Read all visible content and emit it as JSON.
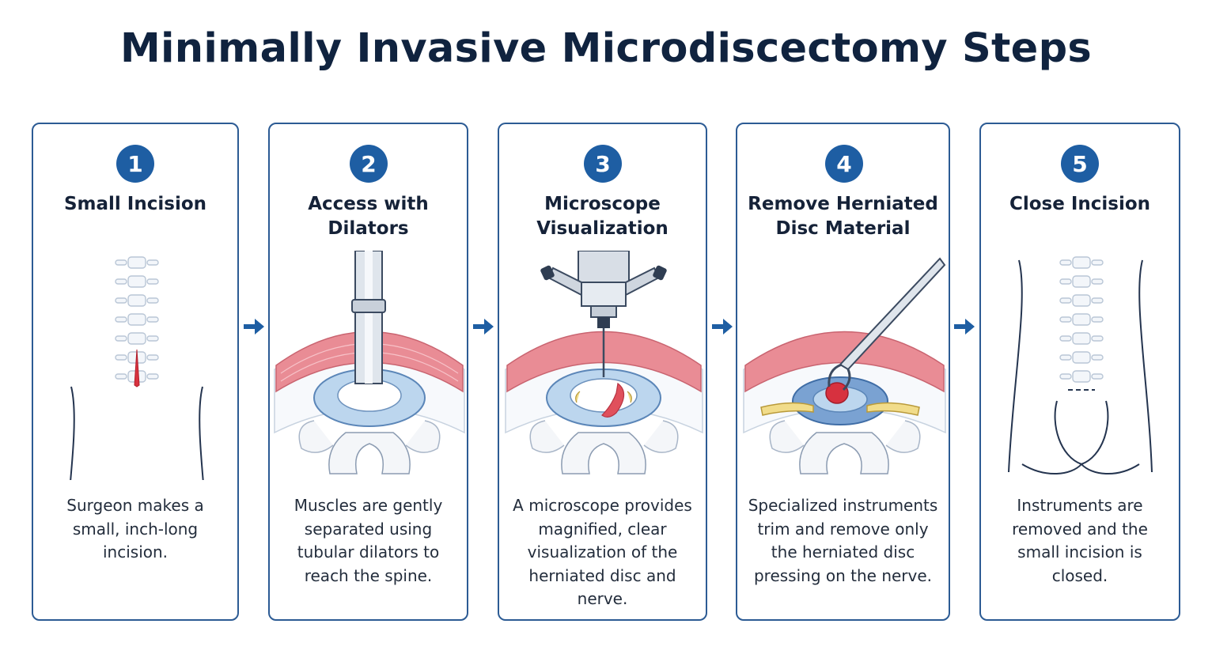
{
  "title": "Minimally Invasive Microdiscectomy Steps",
  "colors": {
    "accent": "#1e5ea3",
    "border": "#2c5b94",
    "muscle": "#e98c95",
    "disc": "#bcd6ee",
    "nerve": "#f1dc8a",
    "herniation": "#e0505c"
  },
  "steps": [
    {
      "number": "1",
      "title": "Small Incision",
      "description": "Surgeon makes a small, inch-long incision.",
      "icon": "back-incision-icon"
    },
    {
      "number": "2",
      "title": "Access with\nDilators",
      "description": "Muscles are gently separated using tubular dilators to reach the spine.",
      "icon": "tubular-dilator-icon"
    },
    {
      "number": "3",
      "title": "Microscope\nVisualization",
      "description": "A microscope provides magnified, clear visualization of the herniated disc and nerve.",
      "icon": "microscope-icon"
    },
    {
      "number": "4",
      "title": "Remove Herniated\nDisc Material",
      "description": "Specialized instruments trim and remove only the herniated disc pressing on the nerve.",
      "icon": "surgical-instrument-icon"
    },
    {
      "number": "5",
      "title": "Close Incision",
      "description": "Instruments are removed and the small incision is closed.",
      "icon": "closed-incision-icon"
    }
  ]
}
